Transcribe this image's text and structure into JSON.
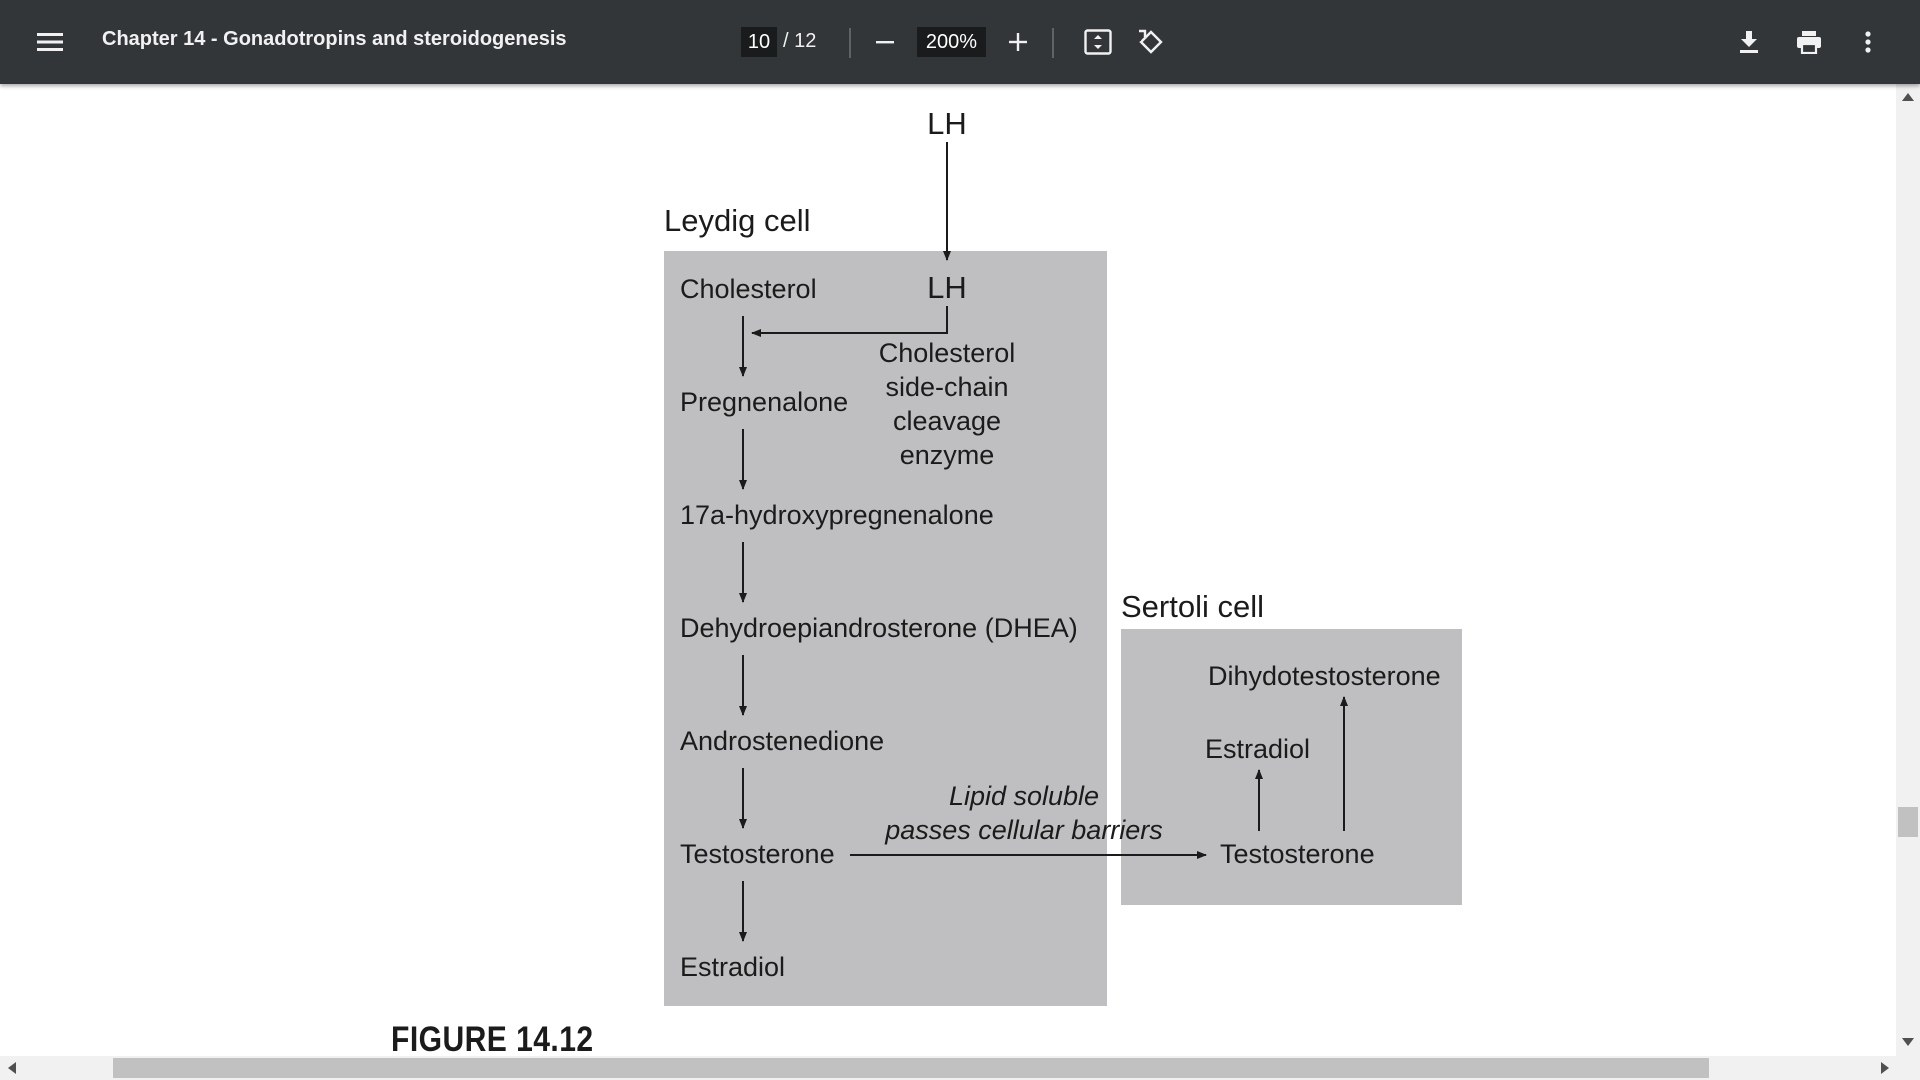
{
  "toolbar": {
    "title": "Chapter 14 - Gonadotropins and steroidogenesis",
    "current_page": "10",
    "total_pages": "/ 12",
    "zoom": "200%",
    "icons": [
      "menu-icon",
      "zoom-out-icon",
      "zoom-in-icon",
      "fit-page-icon",
      "rotate-icon",
      "download-icon",
      "print-icon",
      "more-vert-icon"
    ]
  },
  "figure": {
    "lh_top": "LH",
    "leydig": {
      "title": "Leydig cell",
      "lh_inner": "LH",
      "enzyme_lines": [
        "Cholesterol",
        "side-chain",
        "cleavage",
        "enzyme"
      ],
      "steps": [
        "Cholesterol",
        "Pregnenalone",
        "17a-hydroxypregnenalone",
        "Dehydroepiandrosterone (DHEA)",
        "Androstenedione",
        "Testosterone",
        "Estradiol"
      ]
    },
    "transport_note": [
      "Lipid soluble",
      "passes cellular barriers"
    ],
    "sertoli": {
      "title": "Sertoli cell",
      "dht": "Dihydotestosterone",
      "estradiol": "Estradiol",
      "testosterone": "Testosterone"
    },
    "caption": "FIGURE 14.12"
  },
  "colors": {
    "toolbar_bg": "#323639",
    "cell_box": "#bfbfc1",
    "page_bg": "#ffffff"
  }
}
